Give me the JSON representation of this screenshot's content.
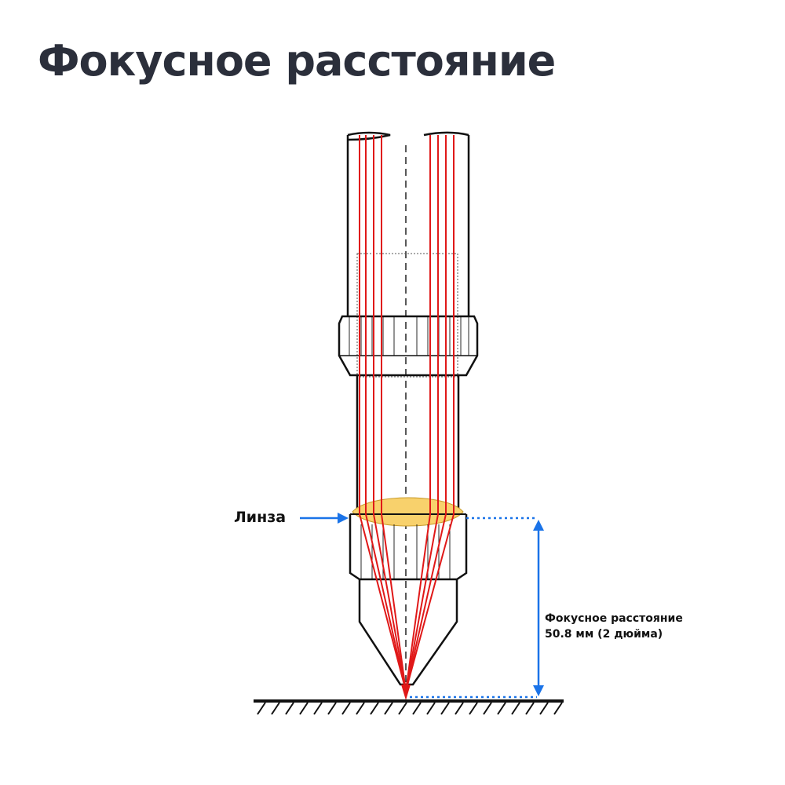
{
  "title": "Фокусное расстояние",
  "lens_label": "Линза",
  "focal_annotation": {
    "line1": "Фокусное расстояние",
    "line2": "50.8 мм (2 дюйма)"
  },
  "colors": {
    "title": "#2b2f3b",
    "laser": "#e01818",
    "lens_fill": "#f8d16c",
    "dimension": "#1a73e8",
    "outline": "#111111"
  }
}
